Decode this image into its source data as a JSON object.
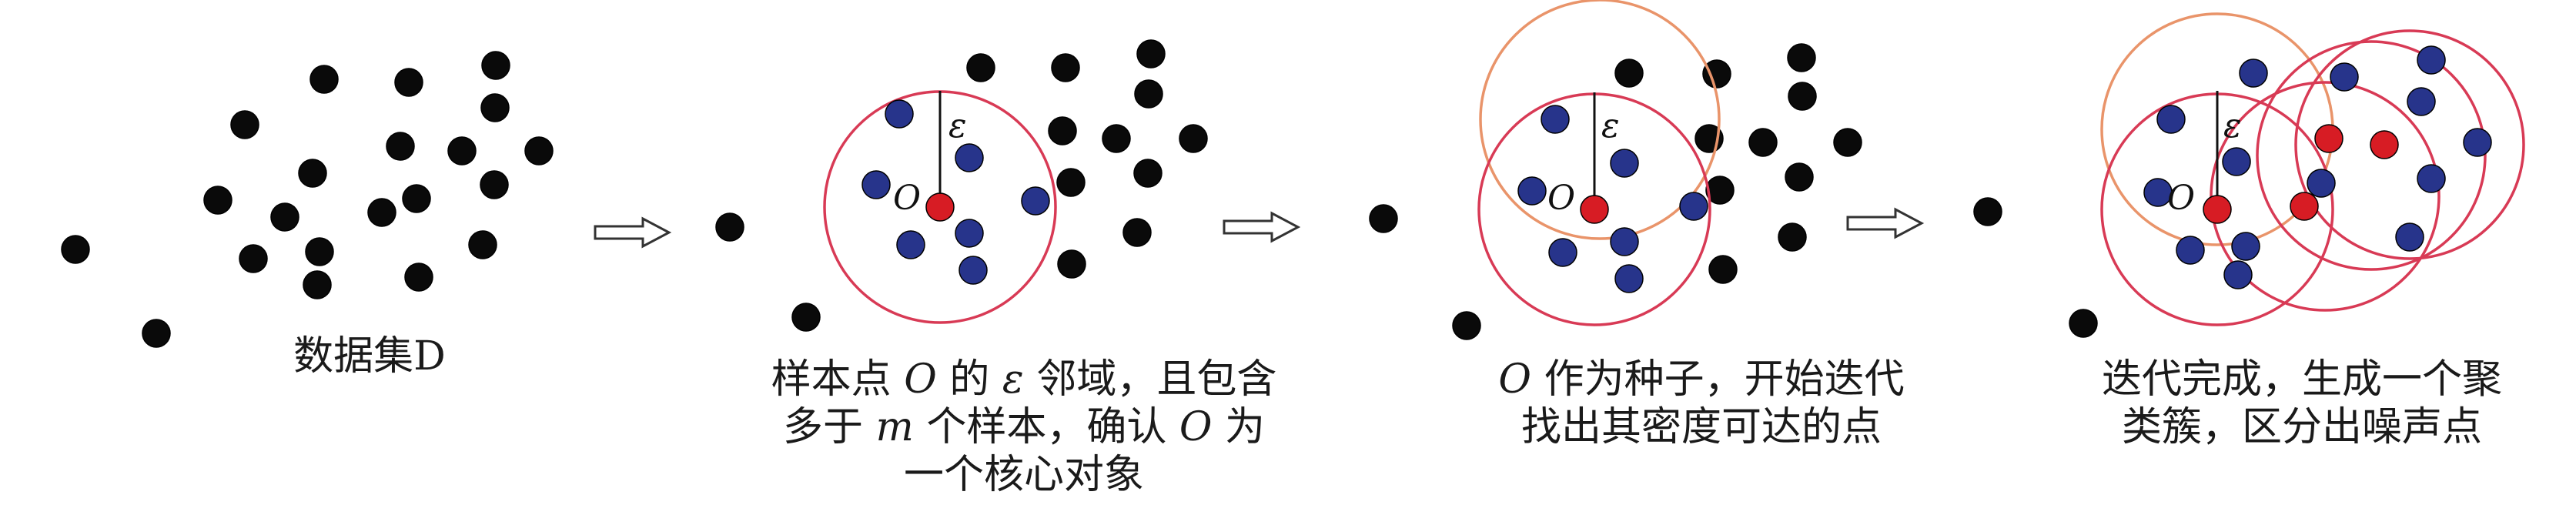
{
  "colors": {
    "background": "#ffffff",
    "point_black": "#0a0a0a",
    "point_blue": "#27348b",
    "point_red": "#d71c24",
    "circle_red": "#d83a55",
    "circle_orange": "#e9946a",
    "arrow_stroke": "#333333"
  },
  "symbols": {
    "epsilon": "ε",
    "core_point": "O"
  },
  "panels": [
    {
      "caption_lines": [
        [
          {
            "t": "数据集D",
            "m": false
          }
        ]
      ]
    },
    {
      "caption_lines": [
        [
          {
            "t": "样本点 ",
            "m": false
          },
          {
            "t": "O",
            "m": true
          },
          {
            "t": " 的 ",
            "m": false
          },
          {
            "t": "ε",
            "m": true
          },
          {
            "t": " 邻域，且包含",
            "m": false
          }
        ],
        [
          {
            "t": "多于 ",
            "m": false
          },
          {
            "t": "m",
            "m": true
          },
          {
            "t": " 个样本，确认 ",
            "m": false
          },
          {
            "t": "O",
            "m": true
          },
          {
            "t": " 为",
            "m": false
          }
        ],
        [
          {
            "t": "一个核心对象",
            "m": false
          }
        ]
      ]
    },
    {
      "caption_lines": [
        [
          {
            "t": "O",
            "m": true
          },
          {
            "t": " 作为种子，开始迭代",
            "m": false
          }
        ],
        [
          {
            "t": "找出其密度可达的点",
            "m": false
          }
        ]
      ]
    },
    {
      "caption_lines": [
        [
          {
            "t": "迭代完成，生成一个聚",
            "m": false
          }
        ],
        [
          {
            "t": "类簇，区分出噪声点",
            "m": false
          }
        ]
      ]
    }
  ],
  "arrows": [
    {
      "name": "arrow-1-to-2",
      "label": ""
    },
    {
      "name": "arrow-2-to-3",
      "label": ""
    },
    {
      "name": "arrow-3-to-4",
      "label": ""
    }
  ]
}
